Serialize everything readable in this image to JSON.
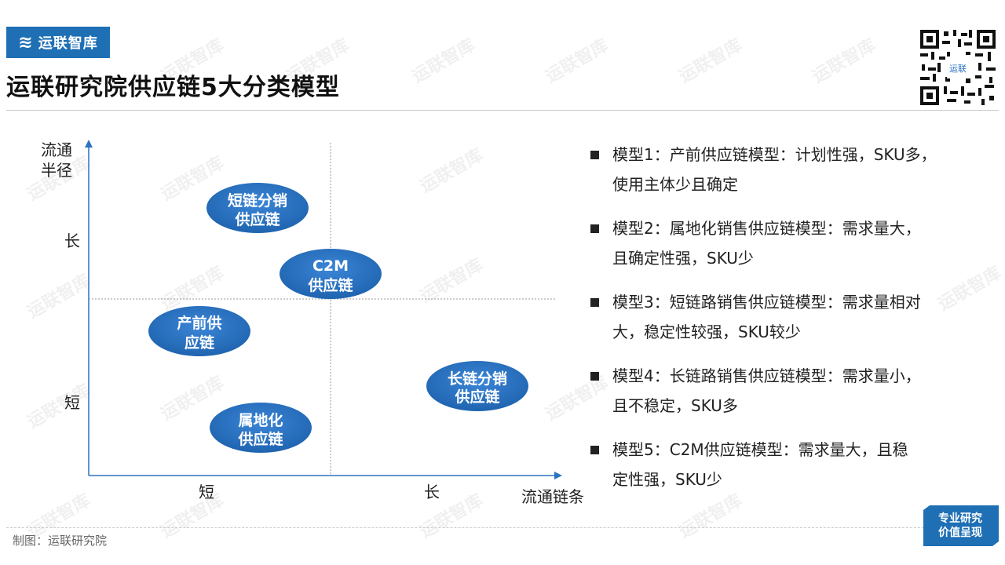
{
  "header": {
    "logo_text": "运联智库",
    "title": "运联研究院供应链5大分类模型"
  },
  "diagram": {
    "y_axis_label_line1": "流通",
    "y_axis_label_line2": "半径",
    "x_axis_label": "流通链条",
    "y_tick_long": "长",
    "y_tick_short": "短",
    "x_tick_short": "短",
    "x_tick_long": "长",
    "bubbles": [
      {
        "line1": "短链分销",
        "line2": "供应链"
      },
      {
        "line1": "C2M",
        "line2": "供应链"
      },
      {
        "line1": "产前供",
        "line2": "应链"
      },
      {
        "line1": "长链分销",
        "line2": "供应链"
      },
      {
        "line1": "属地化",
        "line2": "供应链"
      }
    ],
    "bubble_color": "#2a73c2"
  },
  "models": [
    {
      "line1": "模型1：产前供应链模型：计划性强，SKU多，",
      "line2": "使用主体少且确定"
    },
    {
      "line1": "模型2：属地化销售供应链模型：需求量大，",
      "line2": "且确定性强，SKU少"
    },
    {
      "line1": "模型3：短链路销售供应链模型：需求量相对",
      "line2": "大，稳定性较强，SKU较少"
    },
    {
      "line1": "模型4：长链路销售供应链模型：需求量小，",
      "line2": "且不稳定，SKU多"
    },
    {
      "line1": "模型5：C2M供应链模型：需求量大，且稳",
      "line2": "定性强，SKU少"
    }
  ],
  "footer": {
    "source": "制图：运联研究院",
    "badge_line1": "专业研究",
    "badge_line2": "价值呈现"
  },
  "watermark": "运联智库",
  "qr_label": "运联"
}
